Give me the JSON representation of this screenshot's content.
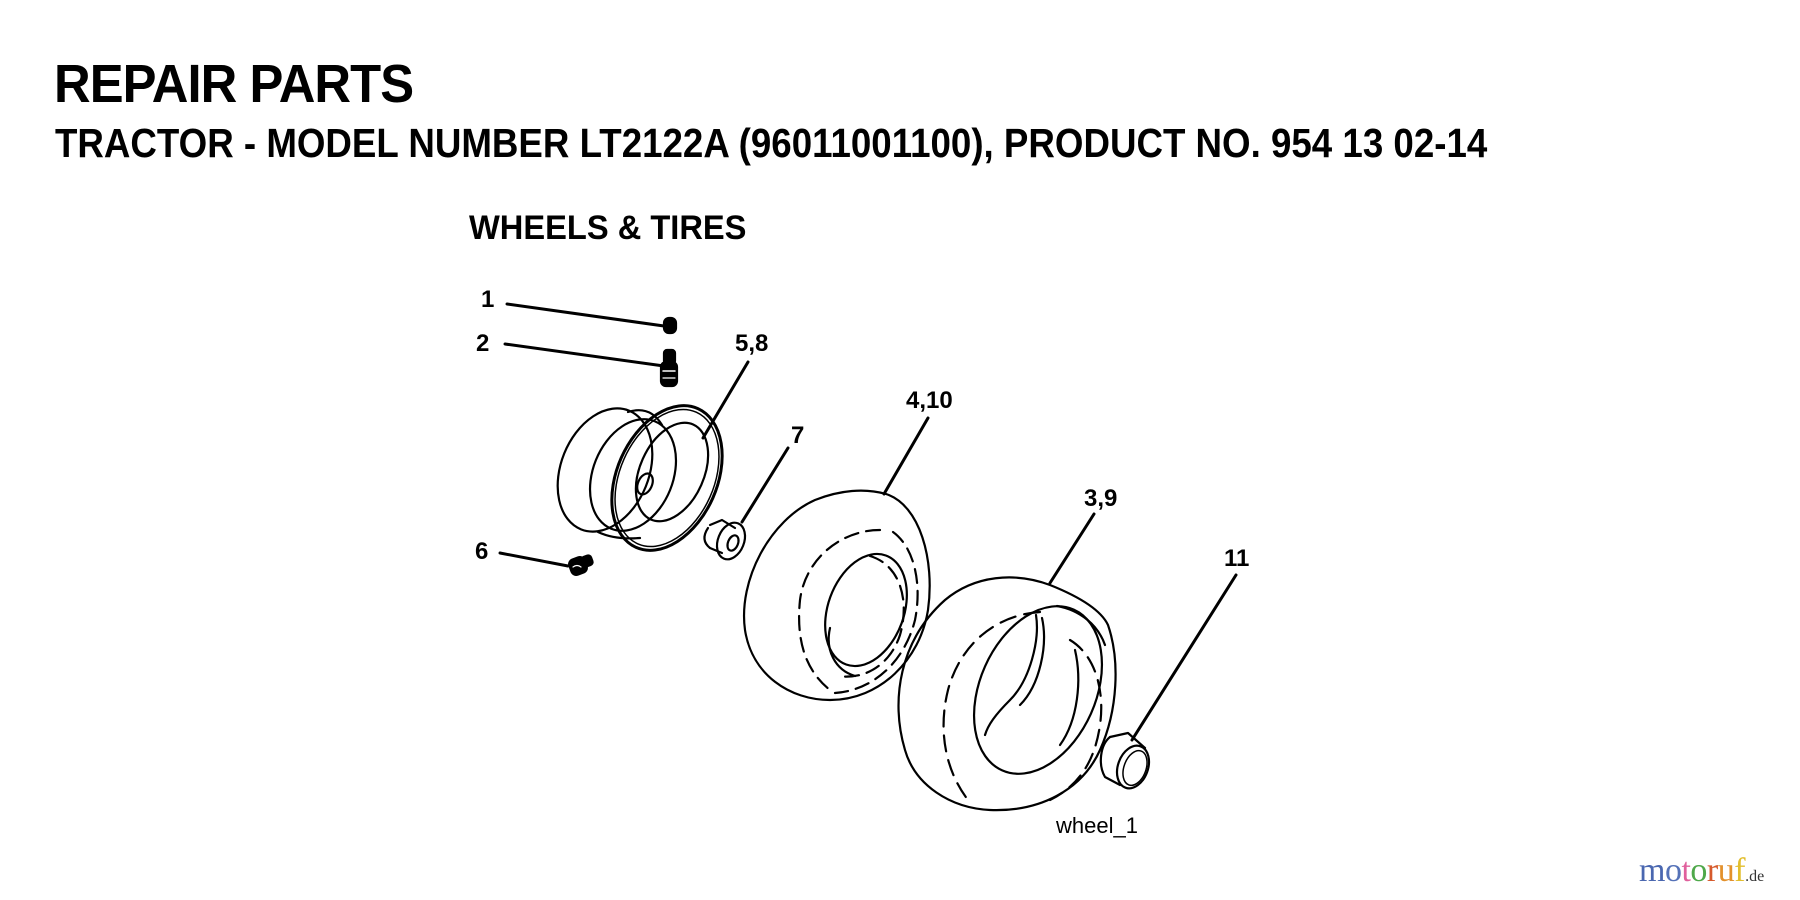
{
  "header": {
    "title": "REPAIR PARTS",
    "subtitle": "TRACTOR - MODEL NUMBER LT2122A (96011001100), PRODUCT NO. 954 13 02-14"
  },
  "section": {
    "title": "WHEELS & TIRES"
  },
  "callouts": [
    {
      "id": "1",
      "label": "1",
      "part": "valve-cap"
    },
    {
      "id": "2",
      "label": "2",
      "part": "valve-stem"
    },
    {
      "id": "5-8",
      "label": "5,8",
      "part": "wheel-rim"
    },
    {
      "id": "7",
      "label": "7",
      "part": "bushing"
    },
    {
      "id": "4-10",
      "label": "4,10",
      "part": "front-tire"
    },
    {
      "id": "3-9",
      "label": "3,9",
      "part": "rear-tire"
    },
    {
      "id": "6",
      "label": "6",
      "part": "grease-fitting"
    },
    {
      "id": "11",
      "label": "11",
      "part": "hub-cap"
    }
  ],
  "figure": {
    "id": "wheel_1"
  },
  "watermark": {
    "letters": [
      {
        "char": "m",
        "color": "#4a67b0"
      },
      {
        "char": "o",
        "color": "#5572b8"
      },
      {
        "char": "t",
        "color": "#e0609c"
      },
      {
        "char": "o",
        "color": "#4fa84a"
      },
      {
        "char": "r",
        "color": "#d65a2c"
      },
      {
        "char": "u",
        "color": "#e3912c"
      },
      {
        "char": "f",
        "color": "#e2be2e"
      }
    ],
    "suffix": ".de"
  },
  "colors": {
    "background": "#ffffff",
    "ink": "#000000"
  }
}
